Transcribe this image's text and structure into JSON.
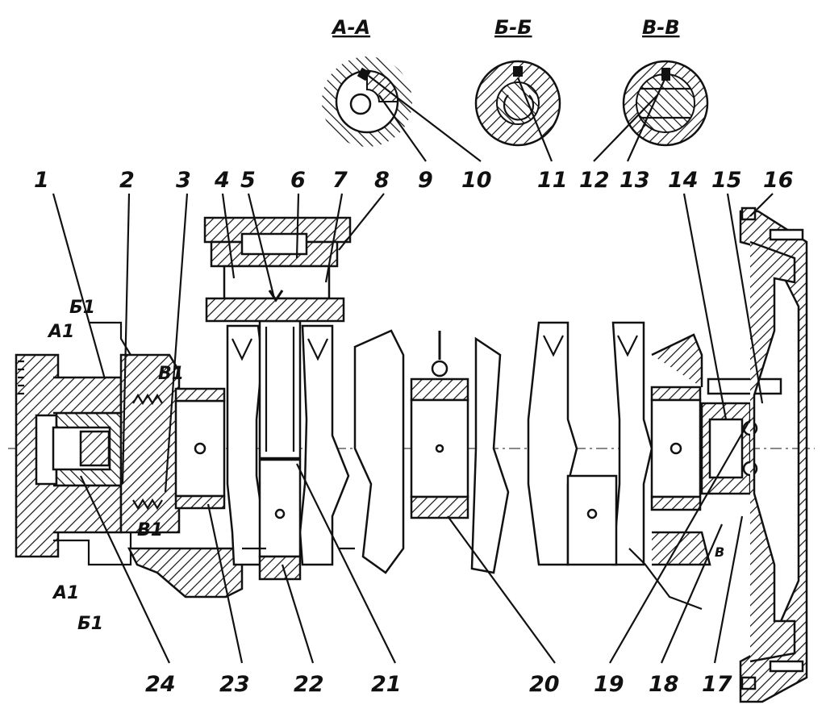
{
  "sections": [
    {
      "id": "A-A",
      "label": "А-А"
    },
    {
      "id": "B-B",
      "label": "Б-Б"
    },
    {
      "id": "V-V",
      "label": "В-В"
    }
  ],
  "callouts": [
    "1",
    "2",
    "3",
    "4",
    "5",
    "6",
    "7",
    "8",
    "9",
    "10",
    "11",
    "12",
    "13",
    "14",
    "15",
    "16",
    "17",
    "18",
    "19",
    "20",
    "21",
    "22",
    "23",
    "24"
  ],
  "section_marks": {
    "a1_top": "A1",
    "b1_top": "Б1",
    "v1_top": "В1",
    "v1_bottom": "В1",
    "a1_bottom": "A1",
    "b1_bottom": "Б1",
    "v_right": "В"
  },
  "colors": {
    "ink": "#111111",
    "paper": "#ffffff"
  }
}
